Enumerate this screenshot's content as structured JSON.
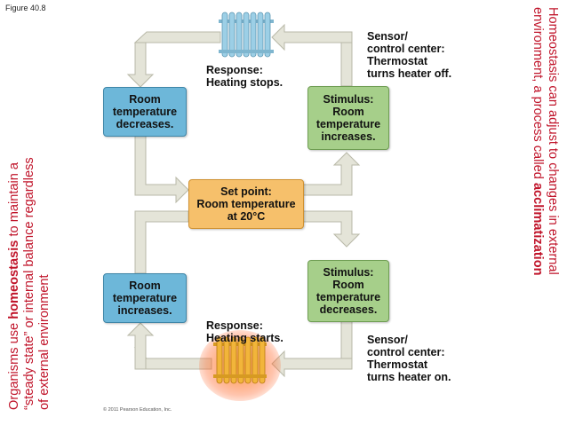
{
  "figure_label": "Figure 40.8",
  "left_caption": {
    "line1_prefix": "Organisms use ",
    "line1_bold": "homeostasis",
    "line1_suffix": " to maintain a",
    "line2": "“steady state” or internal balance regardless",
    "line3": "of external environment"
  },
  "right_caption": {
    "line1": "Homeostasis can adjust to changes in external",
    "line2_prefix": "environment, a process called ",
    "line2_bold": "acclimatization"
  },
  "boxes": {
    "room_decreases": [
      "Room",
      "temperature",
      "decreases."
    ],
    "stimulus_increases": [
      "Stimulus:",
      "Room",
      "temperature",
      "increases."
    ],
    "set_point": [
      "Set point:",
      "Room temperature",
      "at 20°C"
    ],
    "room_increases": [
      "Room",
      "temperature",
      "increases."
    ],
    "stimulus_decreases": [
      "Stimulus:",
      "Room",
      "temperature",
      "decreases."
    ]
  },
  "notes": {
    "response_top": [
      "Response:",
      "Heating stops."
    ],
    "sensor_top": [
      "Sensor/",
      "control center:",
      "Thermostat",
      "turns heater off."
    ],
    "response_bottom": [
      "Response:",
      "Heating starts."
    ],
    "sensor_bottom": [
      "Sensor/",
      "control center:",
      "Thermostat",
      "turns heater on."
    ]
  },
  "copyright": "© 2011 Pearson Education, Inc.",
  "colors": {
    "caption_red": "#c0142a",
    "arrow_fill": "#e4e4d8",
    "box_blue": "#6db7d9",
    "box_green": "#a6cf8a",
    "box_orange": "#f6c06b",
    "heater_cold": "#9ccfe6",
    "heater_hot": "#f2b53a"
  }
}
